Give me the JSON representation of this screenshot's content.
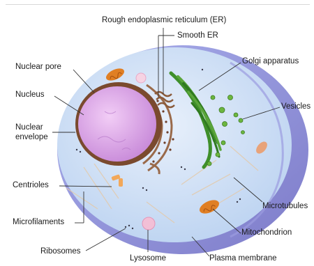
{
  "labels": {
    "rough_er": "Rough endoplasmic reticulum (ER)",
    "smooth_er": "Smooth ER",
    "golgi": "Golgi apparatus",
    "nuclear_pore": "Nuclear pore",
    "nucleus": "Nucleus",
    "nuclear_envelope_line1": "Nuclear",
    "nuclear_envelope_line2": "envelope",
    "vesicles": "Vesicles",
    "centrioles": "Centrioles",
    "microtubules": "Microtubules",
    "microfilaments": "Microfilaments",
    "mitochondrion": "Mitochondrion",
    "ribosomes": "Ribosomes",
    "lysosome": "Lysosome",
    "plasma_membrane": "Plasma membrane"
  },
  "colors": {
    "cytoplasm": "#cfe0f6",
    "membrane": "#8f8fd6",
    "nucleus": "#d7a3e6",
    "envelope": "#8a5a3a",
    "golgi": "#3f8f2a",
    "mitochondria": "#e07f24",
    "lysosome": "#f2bfd6"
  }
}
